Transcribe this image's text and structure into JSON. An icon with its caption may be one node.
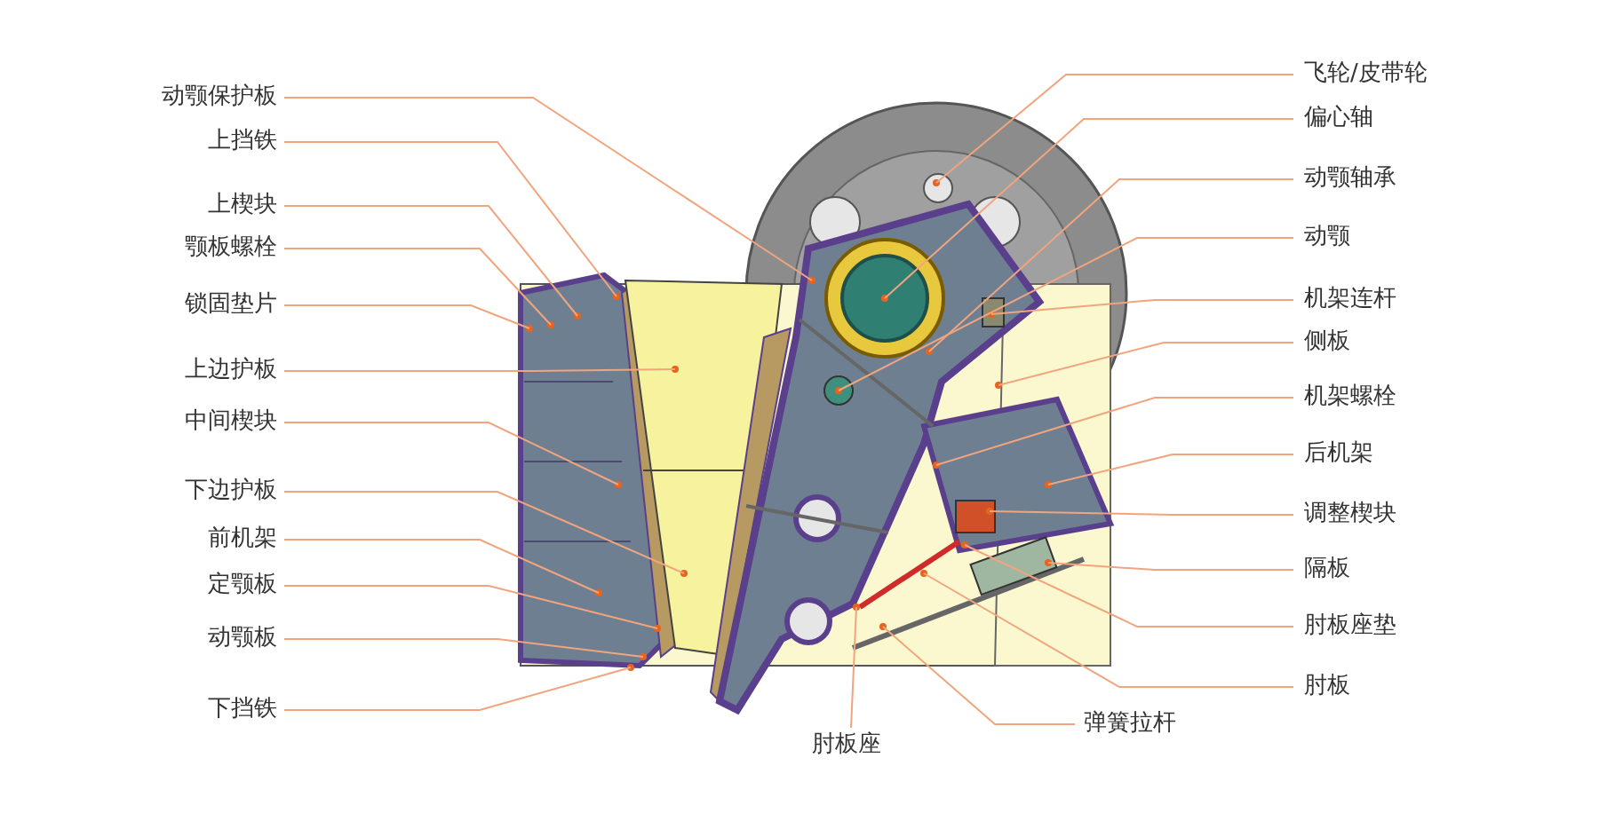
{
  "diagram": {
    "nodes": [
      {
        "text": [
          "动颚保护板"
        ]
      },
      {
        "text": [
          "上挡铁"
        ]
      },
      {
        "text": [
          "上楔块"
        ]
      },
      {
        "text": [
          "颚板螺栓"
        ]
      },
      {
        "text": [
          "锁固垫片"
        ]
      },
      {
        "text": [
          "上边护板"
        ]
      },
      {
        "text": [
          "中间楔块"
        ]
      },
      {
        "text": [
          "下边护板"
        ]
      },
      {
        "text": [
          "前机架"
        ]
      },
      {
        "text": [
          "定颚板"
        ]
      },
      {
        "text": [
          "动颚板"
        ]
      },
      {
        "text": [
          "下挡铁"
        ]
      },
      {
        "text": [
          "飞轮/皮带轮"
        ]
      },
      {
        "text": [
          "偏心轴"
        ]
      },
      {
        "text": [
          "动颚轴承"
        ]
      },
      {
        "text": [
          "动颚"
        ]
      },
      {
        "text": [
          "机架连杆"
        ]
      },
      {
        "text": [
          "侧板"
        ]
      },
      {
        "text": [
          "机架螺栓"
        ]
      },
      {
        "text": [
          "后机架"
        ]
      },
      {
        "text": [
          "调整楔块"
        ]
      },
      {
        "text": [
          "隔板"
        ]
      },
      {
        "text": [
          "肘板座垫"
        ]
      },
      {
        "text": [
          "肘板"
        ]
      },
      {
        "text": [
          "肘板座"
        ]
      },
      {
        "text": [
          "弹簧拉杆"
        ]
      }
    ],
    "edges": [
      {
        "from": 0,
        "to": null,
        "arrow": "none"
      },
      {
        "from": 1,
        "to": null,
        "arrow": "none"
      },
      {
        "from": 2,
        "to": null,
        "arrow": "none"
      },
      {
        "from": 3,
        "to": null,
        "arrow": "none"
      },
      {
        "from": 4,
        "to": null,
        "arrow": "none"
      },
      {
        "from": 5,
        "to": null,
        "arrow": "none"
      },
      {
        "from": 6,
        "to": null,
        "arrow": "none"
      },
      {
        "from": 7,
        "to": null,
        "arrow": "none"
      },
      {
        "from": 8,
        "to": null,
        "arrow": "none"
      },
      {
        "from": 9,
        "to": null,
        "arrow": "none"
      },
      {
        "from": 10,
        "to": null,
        "arrow": "none"
      },
      {
        "from": 11,
        "to": null,
        "arrow": "none"
      },
      {
        "from": 12,
        "to": null,
        "arrow": "none"
      },
      {
        "from": 13,
        "to": null,
        "arrow": "none"
      },
      {
        "from": 14,
        "to": null,
        "arrow": "none"
      },
      {
        "from": 15,
        "to": null,
        "arrow": "none"
      },
      {
        "from": 16,
        "to": null,
        "arrow": "none"
      },
      {
        "from": 17,
        "to": null,
        "arrow": "none"
      },
      {
        "from": 18,
        "to": null,
        "arrow": "none"
      },
      {
        "from": 19,
        "to": null,
        "arrow": "none"
      },
      {
        "from": 20,
        "to": null,
        "arrow": "none"
      },
      {
        "from": 21,
        "to": null,
        "arrow": "none"
      },
      {
        "from": 22,
        "to": null,
        "arrow": "none"
      },
      {
        "from": 23,
        "to": null,
        "arrow": "none"
      },
      {
        "from": 24,
        "to": null,
        "arrow": "none"
      },
      {
        "from": 25,
        "to": null,
        "arrow": "none"
      }
    ]
  }
}
